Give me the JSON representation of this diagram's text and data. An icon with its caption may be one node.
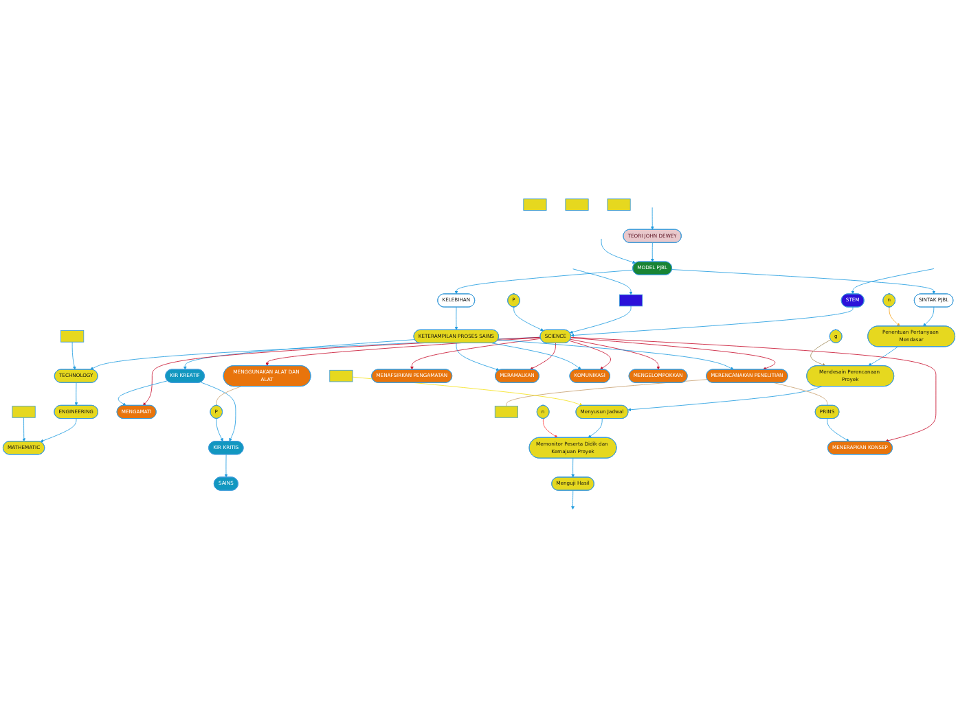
{
  "diagram": {
    "nodes": [
      {
        "text": [
          "STEM"
        ]
      },
      {
        "text": [
          "SCIENCE"
        ]
      },
      {
        "text": [
          "TECHNOLOGY"
        ]
      },
      {
        "text": [
          "ENGINEERING"
        ]
      },
      {
        "text": [
          "MATHEMATIC"
        ]
      },
      {
        "text": [
          "TEORI JOHN DEWEY"
        ]
      },
      {
        "text": [
          "MODEL PJBL"
        ]
      },
      {
        "text": [
          "SINTAK PJBL"
        ]
      },
      {
        "text": [
          "KELEBIHAN"
        ]
      },
      {
        "text": [
          "KETERAMPILAN PROSES SAINS"
        ]
      },
      {
        "text": [
          "KIR KREATIF"
        ]
      },
      {
        "text": [
          "KIR KRITIS"
        ]
      },
      {
        "text": [
          "SAINS"
        ]
      },
      {
        "text": [
          "Penentuan Pertanyaan Mendasar"
        ]
      },
      {
        "text": [
          "Mendesain Perencanaan Proyek"
        ]
      },
      {
        "text": [
          "Menyusun Jadwal"
        ]
      },
      {
        "text": [
          "Memonitor Peserta Didik dan Kemajuan Proyek"
        ]
      },
      {
        "text": [
          "Menguji Hasil"
        ]
      },
      {
        "text": [
          "MERENCANAKAN PENELITIAN"
        ]
      },
      {
        "text": [
          "MENGGUNAKAN ALAT DAN ALAT"
        ]
      },
      {
        "text": [
          "MENGAMATI"
        ]
      },
      {
        "text": [
          "MENAFSIRKAN PENGAMATAN"
        ]
      },
      {
        "text": [
          "MERAMALKAN"
        ]
      },
      {
        "text": [
          "MENERAPKAN KONSEP"
        ]
      },
      {
        "text": [
          "KOMUNIKASI"
        ]
      },
      {
        "text": [
          "MENGELOMPOKKAN"
        ]
      },
      {
        "text": [],
        "shape": "box"
      },
      {
        "text": [
          "P"
        ]
      },
      {
        "text": [],
        "shape": "box"
      },
      {
        "text": [],
        "shape": "box"
      },
      {
        "text": [
          "PRINS"
        ]
      },
      {
        "text": [],
        "shape": "box"
      },
      {
        "text": [
          "P"
        ]
      },
      {
        "text": [],
        "shape": "box"
      },
      {
        "text": [],
        "shape": "box"
      },
      {
        "text": [],
        "shape": "box"
      },
      {
        "text": [
          "n"
        ]
      },
      {
        "text": [
          "g"
        ]
      },
      {
        "text": [],
        "shape": "box"
      },
      {
        "text": [
          "n"
        ]
      }
    ],
    "edges": [
      {
        "from": 0,
        "to": 1,
        "arrow": "to"
      },
      {
        "from": 5,
        "to": 6,
        "arrow": "to"
      },
      {
        "from": 6,
        "to": 7,
        "arrow": "to"
      },
      {
        "from": 1,
        "to": 2,
        "arrow": "to"
      },
      {
        "from": 2,
        "to": 3,
        "arrow": "to"
      },
      {
        "from": 3,
        "to": 4,
        "arrow": "to"
      },
      {
        "from": 6,
        "to": 8,
        "arrow": "to"
      },
      {
        "from": 8,
        "to": 9,
        "arrow": "to"
      },
      {
        "from": 9,
        "to": 10,
        "arrow": "to"
      },
      {
        "from": 10,
        "to": 11,
        "arrow": "to"
      },
      {
        "from": 11,
        "to": 12,
        "arrow": "to"
      },
      {
        "from": 7,
        "to": 13,
        "arrow": "to"
      },
      {
        "from": 13,
        "to": 14,
        "arrow": "to"
      },
      {
        "from": 14,
        "to": 15,
        "arrow": "to"
      },
      {
        "from": 15,
        "to": 16,
        "arrow": "to"
      },
      {
        "from": 16,
        "to": 17,
        "arrow": "to"
      },
      {
        "from": 17,
        "to": null,
        "arrow": "to"
      },
      {
        "from": 1,
        "to": 18,
        "arrow": "to",
        "color": "#c8102e"
      },
      {
        "from": 1,
        "to": 19,
        "arrow": "to",
        "color": "#c8102e"
      },
      {
        "from": 1,
        "to": 20,
        "arrow": "to",
        "color": "#c8102e"
      },
      {
        "from": 1,
        "to": 21,
        "arrow": "to",
        "color": "#c8102e"
      },
      {
        "from": 1,
        "to": 22,
        "arrow": "to",
        "color": "#c8102e"
      },
      {
        "from": 1,
        "to": 23,
        "arrow": "to",
        "color": "#c8102e"
      },
      {
        "from": 1,
        "to": 24,
        "arrow": "to",
        "color": "#c8102e"
      },
      {
        "from": 1,
        "to": 25,
        "arrow": "to",
        "color": "#c8102e"
      },
      {
        "from": 9,
        "to": 18,
        "arrow": "to"
      },
      {
        "from": 10,
        "to": 20,
        "arrow": "to"
      },
      {
        "from": 9,
        "to": 22,
        "arrow": "to"
      },
      {
        "from": 9,
        "to": 24,
        "arrow": "to"
      },
      {
        "from": null,
        "to": 26,
        "arrow": "to"
      },
      {
        "from": null,
        "to": 0,
        "arrow": "to"
      },
      {
        "from": null,
        "to": 5,
        "arrow": "to"
      },
      {
        "from": null,
        "to": 6,
        "arrow": "to"
      },
      {
        "from": 26,
        "to": 1,
        "arrow": "to"
      },
      {
        "from": 27,
        "to": 1,
        "arrow": "to"
      },
      {
        "from": 28,
        "to": 2,
        "arrow": "to"
      },
      {
        "from": 29,
        "to": 4,
        "arrow": "to"
      },
      {
        "from": 30,
        "to": 23,
        "arrow": "to"
      },
      {
        "from": 18,
        "to": 30,
        "arrow": "none",
        "color": "#c8a070"
      },
      {
        "from": 18,
        "to": 31,
        "arrow": "none",
        "color": "#c8a070"
      },
      {
        "from": 19,
        "to": 32,
        "arrow": "none",
        "color": "#c8a070"
      },
      {
        "from": 32,
        "to": 11,
        "arrow": "to"
      },
      {
        "from": 36,
        "to": 13,
        "arrow": "to",
        "color": "#f5a623"
      },
      {
        "from": 37,
        "to": 14,
        "arrow": "to",
        "color": "#a08a5a"
      },
      {
        "from": 38,
        "to": 15,
        "arrow": "to",
        "color": "#f5e21a"
      },
      {
        "from": 39,
        "to": 16,
        "arrow": "to",
        "color": "#ff4040"
      }
    ]
  }
}
